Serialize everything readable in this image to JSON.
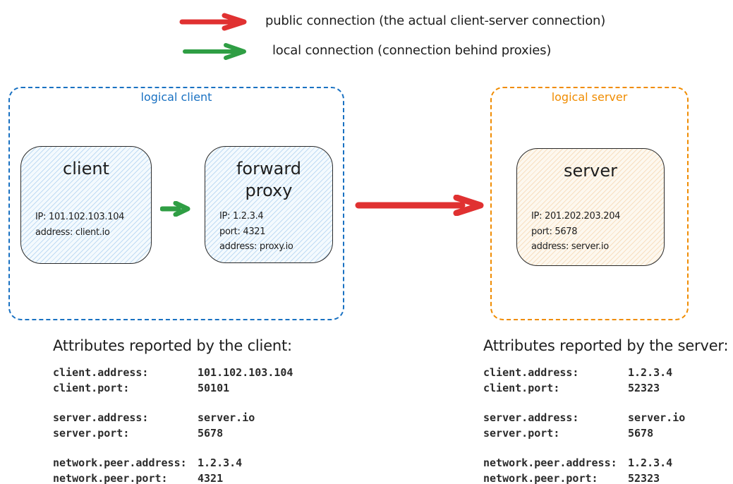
{
  "colors": {
    "public_connection_red": "#e03131",
    "local_connection_green": "#2f9e44",
    "logical_client_blue": "#1971c2",
    "logical_server_orange": "#f08c00",
    "node_border": "#2a2a2a",
    "node_fill_blue_hatch": "#d7ebfa",
    "node_fill_orange_hatch": "#faecd7",
    "text": "#1e1e1e"
  },
  "legend": {
    "public": {
      "label": "public connection (the actual client-server connection)"
    },
    "local": {
      "label": "local connection (connection behind proxies)"
    }
  },
  "diagram": {
    "logical_client": {
      "label": "logical client",
      "client_node": {
        "title": "client",
        "lines": [
          "IP: 101.102.103.104",
          "address: client.io"
        ]
      },
      "proxy_node": {
        "title": "forward proxy",
        "lines": [
          "IP: 1.2.3.4",
          "port: 4321",
          "address: proxy.io"
        ]
      }
    },
    "logical_server": {
      "label": "logical server",
      "server_node": {
        "title": "server",
        "lines": [
          "IP: 201.202.203.204",
          "port: 5678",
          "address: server.io"
        ]
      }
    }
  },
  "attributes_client": {
    "title": "Attributes reported by the client:",
    "groups": [
      {
        "rows": [
          {
            "key": "client.address:",
            "value": "101.102.103.104"
          },
          {
            "key": "client.port:",
            "value": "50101"
          }
        ]
      },
      {
        "rows": [
          {
            "key": "server.address:",
            "value": "server.io"
          },
          {
            "key": "server.port:",
            "value": "5678"
          }
        ]
      },
      {
        "rows": [
          {
            "key": "network.peer.address:",
            "value": "1.2.3.4"
          },
          {
            "key": "network.peer.port:",
            "value": "4321"
          }
        ]
      }
    ]
  },
  "attributes_server": {
    "title": "Attributes reported by the server:",
    "groups": [
      {
        "rows": [
          {
            "key": "client.address:",
            "value": "1.2.3.4"
          },
          {
            "key": "client.port:",
            "value": "52323"
          }
        ]
      },
      {
        "rows": [
          {
            "key": "server.address:",
            "value": "server.io"
          },
          {
            "key": "server.port:",
            "value": "5678"
          }
        ]
      },
      {
        "rows": [
          {
            "key": "network.peer.address:",
            "value": "1.2.3.4"
          },
          {
            "key": "network.peer.port:",
            "value": "52323"
          }
        ]
      }
    ]
  }
}
